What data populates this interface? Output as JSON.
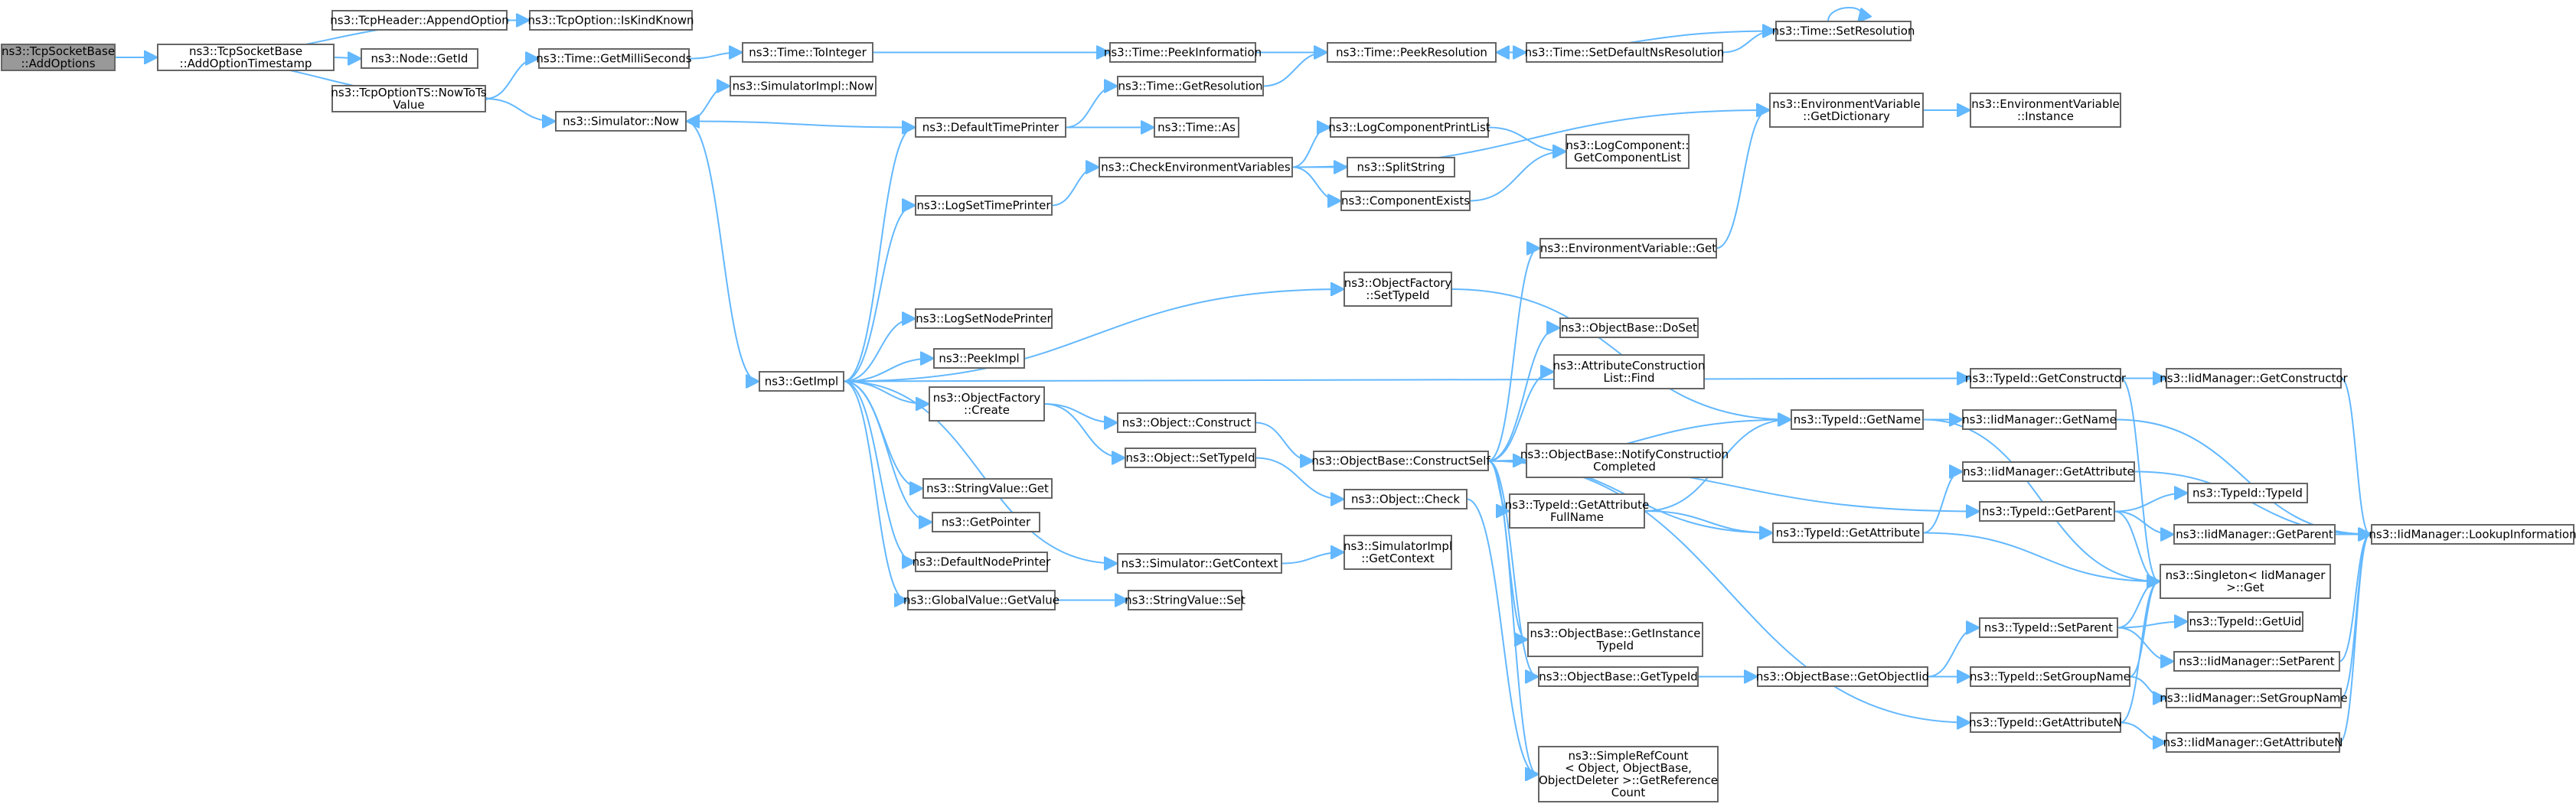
{
  "colors": {
    "edge": "#63b8ff",
    "node_border": "#666666",
    "root_fill": "#999999",
    "node_fill": "#ffffff"
  },
  "nodes": [
    {
      "id": "root",
      "lines": [
        "ns3::TcpSocketBase",
        "::AddOptions"
      ]
    },
    {
      "id": "aot",
      "lines": [
        "ns3::TcpSocketBase",
        "::AddOptionTimestamp"
      ]
    },
    {
      "id": "append",
      "lines": [
        "ns3::TcpHeader::AppendOption"
      ]
    },
    {
      "id": "iskind",
      "lines": [
        "ns3::TcpOption::IsKindKnown"
      ]
    },
    {
      "id": "nodegetid",
      "lines": [
        "ns3::Node::GetId"
      ]
    },
    {
      "id": "nowtots",
      "lines": [
        "ns3::TcpOptionTS::NowToTs",
        "Value"
      ]
    },
    {
      "id": "getms",
      "lines": [
        "ns3::Time::GetMilliSeconds"
      ]
    },
    {
      "id": "tointeger",
      "lines": [
        "ns3::Time::ToInteger"
      ]
    },
    {
      "id": "peekinfo",
      "lines": [
        "ns3::Time::PeekInformation"
      ]
    },
    {
      "id": "peekres",
      "lines": [
        "ns3::Time::PeekResolution"
      ]
    },
    {
      "id": "setdefns",
      "lines": [
        "ns3::Time::SetDefaultNsResolution"
      ]
    },
    {
      "id": "setres",
      "lines": [
        "ns3::Time::SetResolution"
      ]
    },
    {
      "id": "simnow",
      "lines": [
        "ns3::Simulator::Now"
      ]
    },
    {
      "id": "simimplnow",
      "lines": [
        "ns3::SimulatorImpl::Now"
      ]
    },
    {
      "id": "getres",
      "lines": [
        "ns3::Time::GetResolution"
      ]
    },
    {
      "id": "dtp",
      "lines": [
        "ns3::DefaultTimePrinter"
      ]
    },
    {
      "id": "timeas",
      "lines": [
        "ns3::Time::As"
      ]
    },
    {
      "id": "envgetdict",
      "lines": [
        "ns3::EnvironmentVariable",
        "::GetDictionary"
      ]
    },
    {
      "id": "envinst",
      "lines": [
        "ns3::EnvironmentVariable",
        "::Instance"
      ]
    },
    {
      "id": "lcpl",
      "lines": [
        "ns3::LogComponentPrintList"
      ]
    },
    {
      "id": "lcgcl",
      "lines": [
        "ns3::LogComponent::",
        "GetComponentList"
      ]
    },
    {
      "id": "cev",
      "lines": [
        "ns3::CheckEnvironmentVariables"
      ]
    },
    {
      "id": "splitstr",
      "lines": [
        "ns3::SplitString"
      ]
    },
    {
      "id": "lstp",
      "lines": [
        "ns3::LogSetTimePrinter"
      ]
    },
    {
      "id": "compexists",
      "lines": [
        "ns3::ComponentExists"
      ]
    },
    {
      "id": "envget",
      "lines": [
        "ns3::EnvironmentVariable::Get"
      ]
    },
    {
      "id": "ofsettid",
      "lines": [
        "ns3::ObjectFactory",
        "::SetTypeId"
      ]
    },
    {
      "id": "lsnp",
      "lines": [
        "ns3::LogSetNodePrinter"
      ]
    },
    {
      "id": "obdoset",
      "lines": [
        "ns3::ObjectBase::DoSet"
      ]
    },
    {
      "id": "peekimpl",
      "lines": [
        "ns3::PeekImpl"
      ]
    },
    {
      "id": "acl",
      "lines": [
        "ns3::AttributeConstruction",
        "List::Find"
      ]
    },
    {
      "id": "getimpl",
      "lines": [
        "ns3::GetImpl"
      ]
    },
    {
      "id": "ofcreate",
      "lines": [
        "ns3::ObjectFactory",
        "::Create"
      ]
    },
    {
      "id": "tidgetctor",
      "lines": [
        "ns3::TypeId::GetConstructor"
      ]
    },
    {
      "id": "iidgetctor",
      "lines": [
        "ns3::IidManager::GetConstructor"
      ]
    },
    {
      "id": "objconstruct",
      "lines": [
        "ns3::Object::Construct"
      ]
    },
    {
      "id": "tidgetname",
      "lines": [
        "ns3::TypeId::GetName"
      ]
    },
    {
      "id": "iidgetname",
      "lines": [
        "ns3::IidManager::GetName"
      ]
    },
    {
      "id": "obconstructself",
      "lines": [
        "ns3::ObjectBase::ConstructSelf"
      ]
    },
    {
      "id": "obnotify",
      "lines": [
        "ns3::ObjectBase::NotifyConstruction",
        "Completed"
      ]
    },
    {
      "id": "objsettid",
      "lines": [
        "ns3::Object::SetTypeId"
      ]
    },
    {
      "id": "iidgetattr",
      "lines": [
        "ns3::IidManager::GetAttribute"
      ]
    },
    {
      "id": "tidgafn",
      "lines": [
        "ns3::TypeId::GetAttribute",
        "FullName"
      ]
    },
    {
      "id": "svget",
      "lines": [
        "ns3::StringValue::Get"
      ]
    },
    {
      "id": "objcheck",
      "lines": [
        "ns3::Object::Check"
      ]
    },
    {
      "id": "tidgetparent",
      "lines": [
        "ns3::TypeId::GetParent"
      ]
    },
    {
      "id": "tidtid",
      "lines": [
        "ns3::TypeId::TypeId"
      ]
    },
    {
      "id": "getpointer",
      "lines": [
        "ns3::GetPointer"
      ]
    },
    {
      "id": "tidgetattr",
      "lines": [
        "ns3::TypeId::GetAttribute"
      ]
    },
    {
      "id": "iidgetparent",
      "lines": [
        "ns3::IidManager::GetParent"
      ]
    },
    {
      "id": "iidlookup",
      "lines": [
        "ns3::IidManager::LookupInformation"
      ]
    },
    {
      "id": "simimplgetctx",
      "lines": [
        "ns3::SimulatorImpl",
        "::GetContext"
      ]
    },
    {
      "id": "dnp",
      "lines": [
        "ns3::DefaultNodePrinter"
      ]
    },
    {
      "id": "simgetctx",
      "lines": [
        "ns3::Simulator::GetContext"
      ]
    },
    {
      "id": "singleton",
      "lines": [
        "ns3::Singleton< IidManager",
        ">::Get"
      ]
    },
    {
      "id": "gvgetvalue",
      "lines": [
        "ns3::GlobalValue::GetValue"
      ]
    },
    {
      "id": "svset",
      "lines": [
        "ns3::StringValue::Set"
      ]
    },
    {
      "id": "tidgetuid",
      "lines": [
        "ns3::TypeId::GetUid"
      ]
    },
    {
      "id": "obgit",
      "lines": [
        "ns3::ObjectBase::GetInstance",
        "TypeId"
      ]
    },
    {
      "id": "tidsetparent",
      "lines": [
        "ns3::TypeId::SetParent"
      ]
    },
    {
      "id": "iidsetparent",
      "lines": [
        "ns3::IidManager::SetParent"
      ]
    },
    {
      "id": "obgettid",
      "lines": [
        "ns3::ObjectBase::GetTypeId"
      ]
    },
    {
      "id": "obgetoiid",
      "lines": [
        "ns3::ObjectBase::GetObjectIid"
      ]
    },
    {
      "id": "tidsgn",
      "lines": [
        "ns3::TypeId::SetGroupName"
      ]
    },
    {
      "id": "iidsgn",
      "lines": [
        "ns3::IidManager::SetGroupName"
      ]
    },
    {
      "id": "tidgan",
      "lines": [
        "ns3::TypeId::GetAttributeN"
      ]
    },
    {
      "id": "iidgan",
      "lines": [
        "ns3::IidManager::GetAttributeN"
      ]
    },
    {
      "id": "srcgrc",
      "lines": [
        "ns3::SimpleRefCount",
        "< Object, ObjectBase,",
        "ObjectDeleter >::GetReference",
        "Count"
      ]
    }
  ],
  "edges": [
    [
      "root",
      "aot"
    ],
    [
      "aot",
      "append"
    ],
    [
      "aot",
      "nodegetid"
    ],
    [
      "aot",
      "nowtots"
    ],
    [
      "append",
      "iskind"
    ],
    [
      "nowtots",
      "getms"
    ],
    [
      "nowtots",
      "simnow"
    ],
    [
      "getms",
      "tointeger"
    ],
    [
      "tointeger",
      "peekinfo"
    ],
    [
      "peekinfo",
      "peekres"
    ],
    [
      "peekres",
      "setdefns"
    ],
    [
      "setdefns",
      "setres"
    ],
    [
      "setres",
      "peekres"
    ],
    [
      "setres",
      "setres"
    ],
    [
      "simnow",
      "simimplnow"
    ],
    [
      "simnow",
      "getimpl"
    ],
    [
      "dtp",
      "simnow"
    ],
    [
      "dtp",
      "getres"
    ],
    [
      "dtp",
      "timeas"
    ],
    [
      "getres",
      "peekres"
    ],
    [
      "getimpl",
      "dtp"
    ],
    [
      "getimpl",
      "lstp"
    ],
    [
      "getimpl",
      "ofsettid"
    ],
    [
      "getimpl",
      "lsnp"
    ],
    [
      "getimpl",
      "peekimpl"
    ],
    [
      "getimpl",
      "ofcreate"
    ],
    [
      "getimpl",
      "tidgetctor"
    ],
    [
      "getimpl",
      "svget"
    ],
    [
      "getimpl",
      "getpointer"
    ],
    [
      "getimpl",
      "dnp"
    ],
    [
      "getimpl",
      "gvgetvalue"
    ],
    [
      "getimpl",
      "simgetctx"
    ],
    [
      "lstp",
      "cev"
    ],
    [
      "cev",
      "envgetdict"
    ],
    [
      "cev",
      "lcpl"
    ],
    [
      "cev",
      "splitstr"
    ],
    [
      "cev",
      "compexists"
    ],
    [
      "envgetdict",
      "envinst"
    ],
    [
      "lcpl",
      "lcgcl"
    ],
    [
      "compexists",
      "lcgcl"
    ],
    [
      "envget",
      "envgetdict"
    ],
    [
      "ofsettid",
      "tidgetname"
    ],
    [
      "ofcreate",
      "objconstruct"
    ],
    [
      "ofcreate",
      "objsettid"
    ],
    [
      "objconstruct",
      "obconstructself"
    ],
    [
      "objsettid",
      "objcheck"
    ],
    [
      "obconstructself",
      "envget"
    ],
    [
      "obconstructself",
      "obdoset"
    ],
    [
      "obconstructself",
      "acl"
    ],
    [
      "obconstructself",
      "tidgetname"
    ],
    [
      "obconstructself",
      "obnotify"
    ],
    [
      "obconstructself",
      "tidgafn"
    ],
    [
      "obconstructself",
      "tidgetattr"
    ],
    [
      "obconstructself",
      "tidgetparent"
    ],
    [
      "obconstructself",
      "obgit"
    ],
    [
      "obconstructself",
      "obgettid"
    ],
    [
      "obconstructself",
      "tidgan"
    ],
    [
      "obconstructself",
      "srcgrc"
    ],
    [
      "objcheck",
      "srcgrc"
    ],
    [
      "simgetctx",
      "simimplgetctx"
    ],
    [
      "gvgetvalue",
      "svset"
    ],
    [
      "tidgetctor",
      "iidgetctor"
    ],
    [
      "tidgetctor",
      "singleton"
    ],
    [
      "iidgetctor",
      "iidlookup"
    ],
    [
      "tidgetname",
      "iidgetname"
    ],
    [
      "tidgetname",
      "singleton"
    ],
    [
      "iidgetname",
      "iidlookup"
    ],
    [
      "tidgafn",
      "tidgetname"
    ],
    [
      "tidgafn",
      "tidgetattr"
    ],
    [
      "tidgetattr",
      "iidgetattr"
    ],
    [
      "tidgetattr",
      "singleton"
    ],
    [
      "iidgetattr",
      "iidlookup"
    ],
    [
      "tidgetparent",
      "tidtid"
    ],
    [
      "tidgetparent",
      "iidgetparent"
    ],
    [
      "tidgetparent",
      "singleton"
    ],
    [
      "iidgetparent",
      "iidlookup"
    ],
    [
      "obgettid",
      "obgetoiid"
    ],
    [
      "obgetoiid",
      "tidsetparent"
    ],
    [
      "obgetoiid",
      "tidsgn"
    ],
    [
      "tidsetparent",
      "singleton"
    ],
    [
      "tidsetparent",
      "tidgetuid"
    ],
    [
      "tidsetparent",
      "iidsetparent"
    ],
    [
      "iidsetparent",
      "iidlookup"
    ],
    [
      "tidsgn",
      "singleton"
    ],
    [
      "tidsgn",
      "iidsgn"
    ],
    [
      "iidsgn",
      "iidlookup"
    ],
    [
      "tidgan",
      "singleton"
    ],
    [
      "tidgan",
      "iidgan"
    ],
    [
      "iidgan",
      "iidlookup"
    ]
  ]
}
